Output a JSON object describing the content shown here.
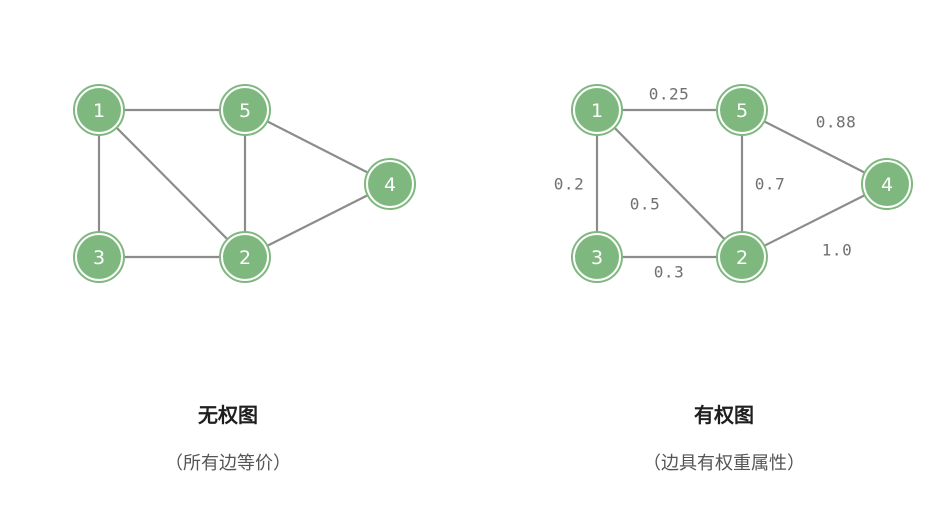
{
  "colors": {
    "node_fill": "#7fb87f",
    "edge": "#8c8c8c",
    "weight_text": "#707070",
    "node_text": "#ffffff"
  },
  "graphs": [
    {
      "id": "unweighted",
      "title": "无权图",
      "subtitle": "（所有边等价）",
      "nodes": [
        "1",
        "5",
        "4",
        "3",
        "2"
      ],
      "edges": [
        {
          "from": "1",
          "to": "5"
        },
        {
          "from": "1",
          "to": "3"
        },
        {
          "from": "1",
          "to": "2"
        },
        {
          "from": "5",
          "to": "2"
        },
        {
          "from": "5",
          "to": "4"
        },
        {
          "from": "3",
          "to": "2"
        },
        {
          "from": "2",
          "to": "4"
        }
      ]
    },
    {
      "id": "weighted",
      "title": "有权图",
      "subtitle": "（边具有权重属性）",
      "nodes": [
        "1",
        "5",
        "4",
        "3",
        "2"
      ],
      "edges": [
        {
          "from": "1",
          "to": "5",
          "weight": "0.25"
        },
        {
          "from": "1",
          "to": "3",
          "weight": "0.2"
        },
        {
          "from": "1",
          "to": "2",
          "weight": "0.5"
        },
        {
          "from": "5",
          "to": "2",
          "weight": "0.7"
        },
        {
          "from": "5",
          "to": "4",
          "weight": "0.88"
        },
        {
          "from": "3",
          "to": "2",
          "weight": "0.3"
        },
        {
          "from": "2",
          "to": "4",
          "weight": "1.0"
        }
      ]
    }
  ]
}
